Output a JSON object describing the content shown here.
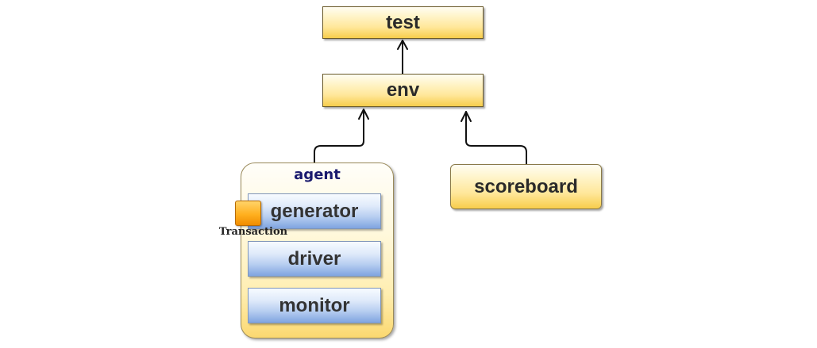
{
  "diagram": {
    "nodes": {
      "test": "test",
      "env": "env",
      "scoreboard": "scoreboard",
      "agent": "agent",
      "generator": "generator",
      "driver": "driver",
      "monitor": "monitor",
      "transaction": "Transaction"
    },
    "edges": [
      {
        "from": "env",
        "to": "test"
      },
      {
        "from": "agent",
        "to": "env"
      },
      {
        "from": "scoreboard",
        "to": "env"
      }
    ],
    "colors": {
      "yellow_box": "#ffe79a",
      "blue_box": "#b9cff1",
      "agent_title": "#1a1a6e",
      "transaction_icon": "#ffb01f",
      "line": "#111111"
    }
  }
}
